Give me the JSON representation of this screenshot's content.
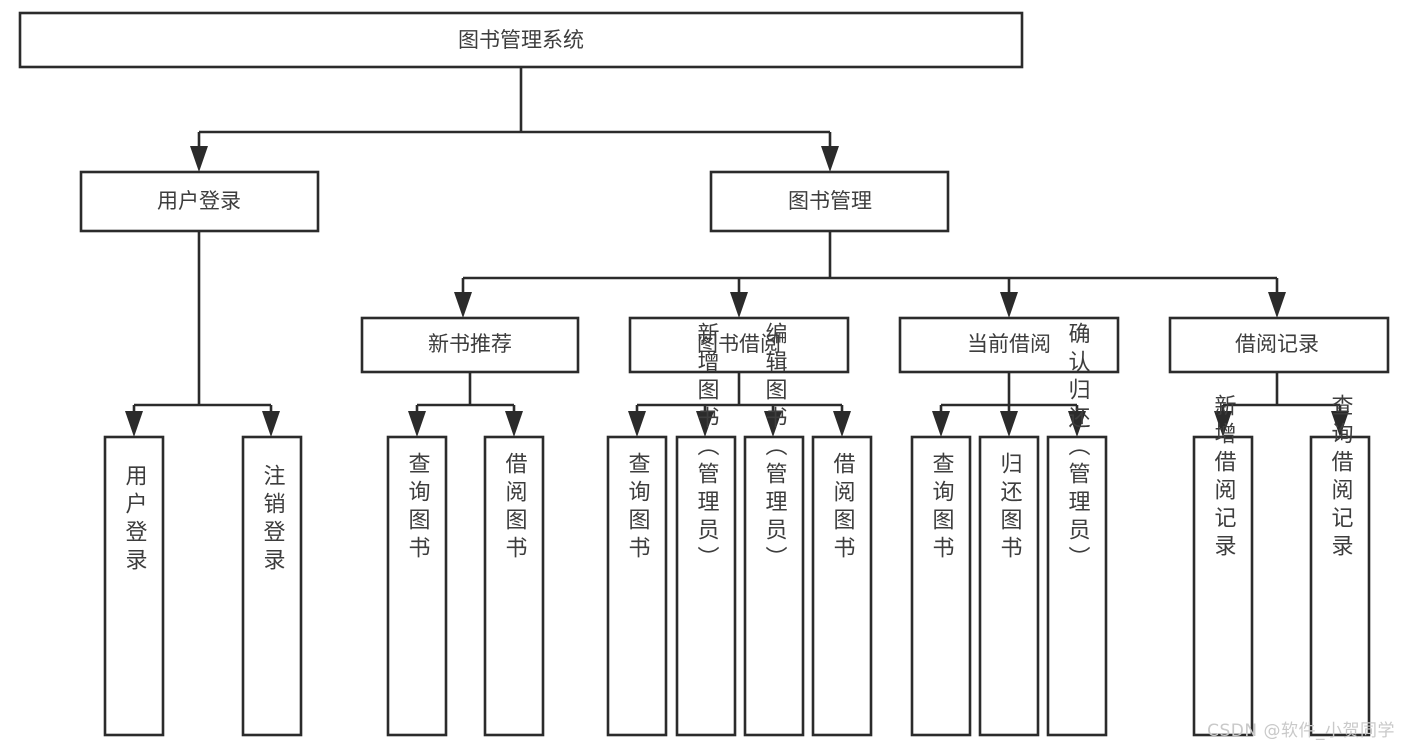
{
  "diagram": {
    "title": "图书管理系统",
    "type": "tree-hierarchy-diagram",
    "background_color": "#ffffff",
    "box_border_color": "#2b2b2b",
    "text_color": "#3d3d3d",
    "root": {
      "label": "图书管理系统"
    },
    "level2": [
      {
        "label": "用户登录"
      },
      {
        "label": "图书管理"
      }
    ],
    "level3": [
      {
        "label": "新书推荐"
      },
      {
        "label": "图书借阅"
      },
      {
        "label": "当前借阅"
      },
      {
        "label": "借阅记录"
      }
    ],
    "leaves": {
      "user_login": [
        {
          "label": "用户登录"
        },
        {
          "label": "注销登录"
        }
      ],
      "new_book_recommend": [
        {
          "label": "查询图书"
        },
        {
          "label": "借阅图书"
        }
      ],
      "book_borrow": [
        {
          "label": "查询图书"
        },
        {
          "label": "新增图书（管理员）"
        },
        {
          "label": "编辑图书（管理员）"
        },
        {
          "label": "借阅图书"
        }
      ],
      "current_borrow": [
        {
          "label": "查询图书"
        },
        {
          "label": "归还图书"
        },
        {
          "label": "确认归还（管理员）"
        }
      ],
      "borrow_record": [
        {
          "label": "新增借阅记录"
        },
        {
          "label": "查询借阅记录"
        }
      ]
    }
  },
  "watermark": {
    "text": "CSDN @软件_小贺同学",
    "color": "#c9c9c9"
  }
}
